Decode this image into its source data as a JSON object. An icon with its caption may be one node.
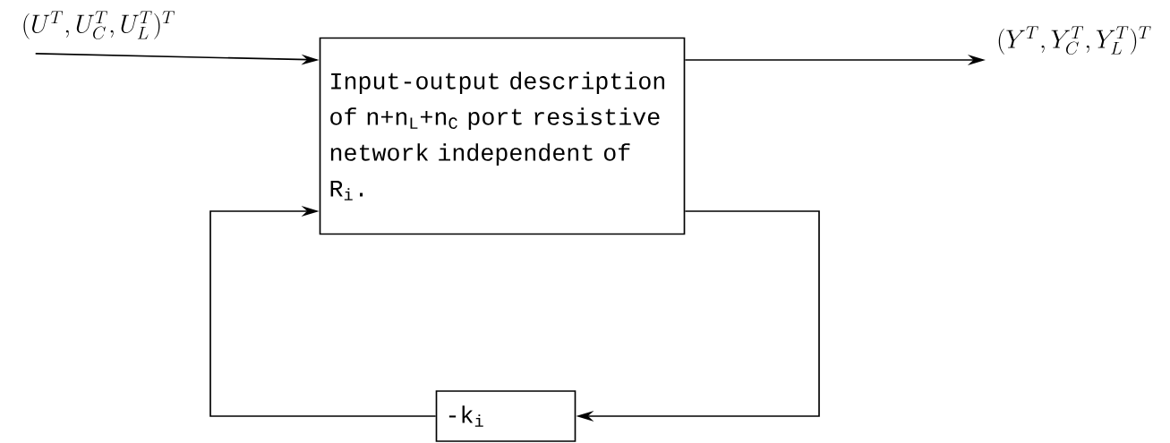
{
  "diagram": {
    "nodes": [
      {
        "text": [
          "(U^{T},U_{C}^{T},U_{L}^{T})^{T}"
        ]
      },
      {
        "text": [
          "Input-output description of n+n$_{L}$+n$_{C}$ port resistive network independent of R$_{i}$."
        ]
      },
      {
        "text": [
          "(Y^{T},Y_{C}^{T},Y_{L}^{T})^{T}"
        ]
      },
      {
        "text": [
          "-k$_{i}$"
        ]
      }
    ],
    "edges": [
      {
        "from": 0,
        "to": 1,
        "arrow": "to"
      },
      {
        "from": 1,
        "to": 2,
        "arrow": "to"
      },
      {
        "from": 1,
        "to": 3,
        "arrow": "to"
      },
      {
        "from": 3,
        "to": 1,
        "arrow": "to"
      }
    ]
  }
}
